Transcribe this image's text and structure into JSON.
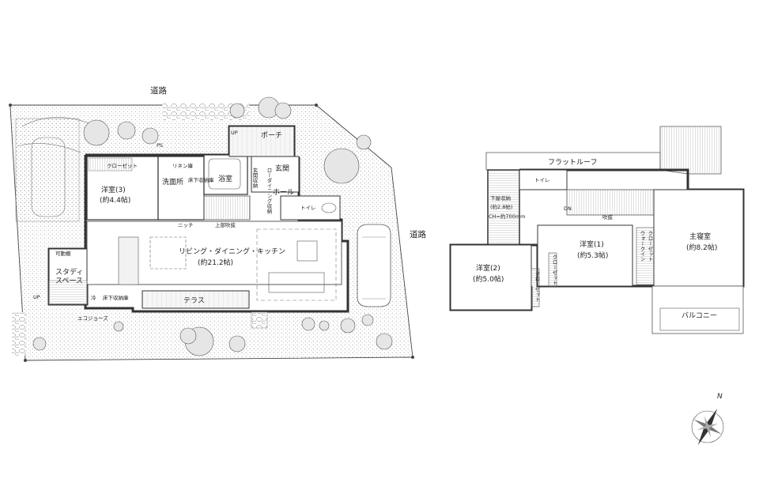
{
  "ground_floor": {
    "road_top": "道路",
    "road_right": "道路",
    "porch": "ポーチ",
    "entrance": "玄関",
    "hall": "ホール",
    "bath": "浴室",
    "washroom": "洗面所",
    "linen": "リネン庫",
    "under_floor_storage": "床下収納庫",
    "toilet": "トイレ",
    "closet": "クローゼット",
    "western_room_3": "洋室(3)",
    "western_room_3_size": "(約4.4帖)",
    "ldk": "リビング・ダイニング・キッチン",
    "ldk_size": "(約21.2帖)",
    "study": "スタディ",
    "study_space": "スペース",
    "movable_shelf": "可動棚",
    "terrace": "テラス",
    "niche": "ニッチ",
    "upper_atrium": "上部吹抜",
    "entrance_storage": "玄関収納",
    "low_dining_storage": "ローダイニング収納",
    "ecojoz": "エコジョーズ",
    "up1": "UP",
    "up2": "UP",
    "ps": "PS",
    "fridge": "冷",
    "kitchen_storage": "床下収納庫"
  },
  "upper_floor": {
    "flat_roof": "フラットルーフ",
    "lower_storage": "下屋収納",
    "lower_storage_size": "(約2.8帖)",
    "lower_storage_ch": "CH=約700mm",
    "toilet": "トイレ",
    "dn": "DN",
    "atrium": "吹抜",
    "western_room_1": "洋室(1)",
    "western_room_1_size": "(約5.3帖)",
    "western_room_2": "洋室(2)",
    "western_room_2_size": "(約5.0帖)",
    "master_bedroom": "主寝室",
    "master_bedroom_size": "(約8.2帖)",
    "walk_in_closet_1": "ウォークイン",
    "walk_in_closet_2": "クローゼット",
    "closet_1": "クローゼット",
    "closet_2": "クローゼット",
    "balcony": "バルコニー"
  },
  "compass": {
    "north_mark": "N"
  }
}
